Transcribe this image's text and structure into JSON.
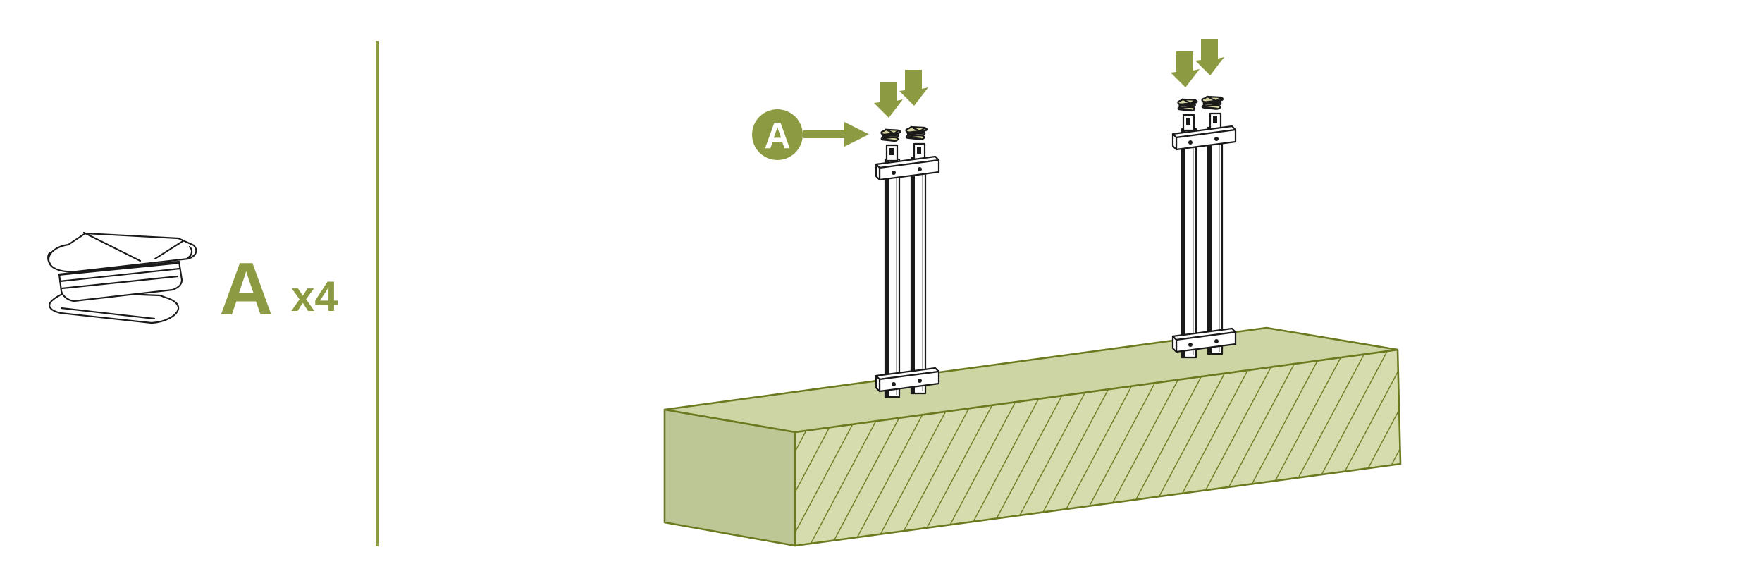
{
  "legend": {
    "part_letter": "A",
    "part_quantity": "x4"
  },
  "callout": {
    "letter": "A"
  },
  "icons": {
    "down_arrow": "install-direction-down",
    "right_arrow": "callout-pointer-right",
    "cap_thumbnail": "post-cap-line-art"
  },
  "colors": {
    "accent": "#8C9B42",
    "outline": "#6B7A1E",
    "block_top": "#CDD5A4",
    "block_left": "#BCC795",
    "hatch_bg": "#D6DCAE",
    "cap_fill": "#D8D6A2",
    "ink": "#1A1A1A"
  }
}
